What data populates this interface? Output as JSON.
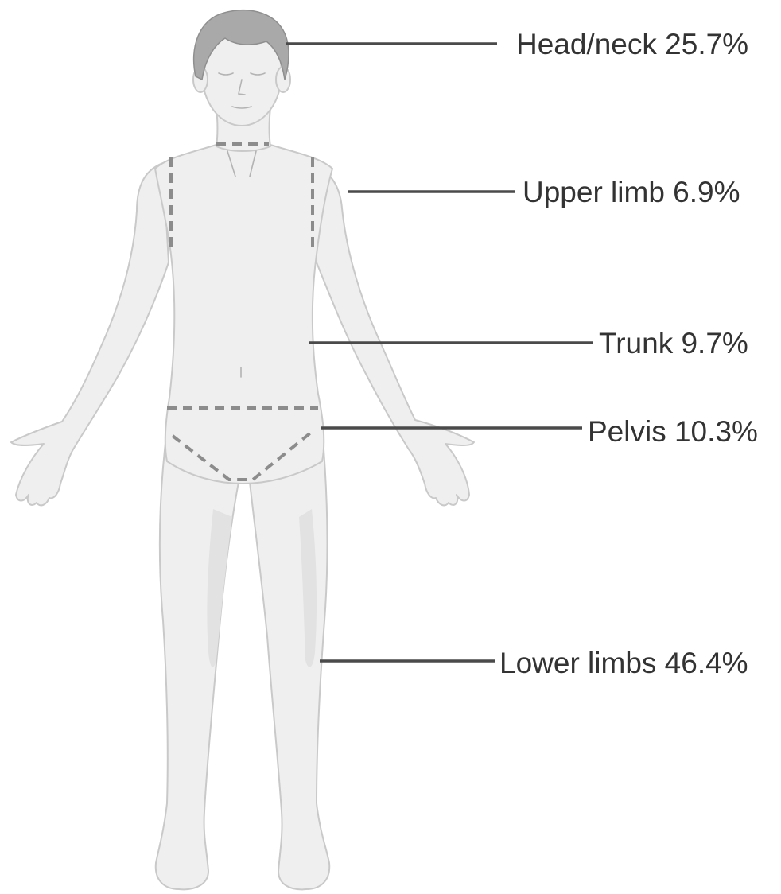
{
  "diagram": {
    "segments": [
      {
        "id": "head-neck",
        "label": "Head/neck 25.7%",
        "percent": 25.7
      },
      {
        "id": "upper-limb",
        "label": "Upper limb 6.9%",
        "percent": 6.9
      },
      {
        "id": "trunk",
        "label": "Trunk 9.7%",
        "percent": 9.7
      },
      {
        "id": "pelvis",
        "label": "Pelvis 10.3%",
        "percent": 10.3
      },
      {
        "id": "lower-limbs",
        "label": "Lower limbs 46.4%",
        "percent": 46.4
      }
    ]
  }
}
